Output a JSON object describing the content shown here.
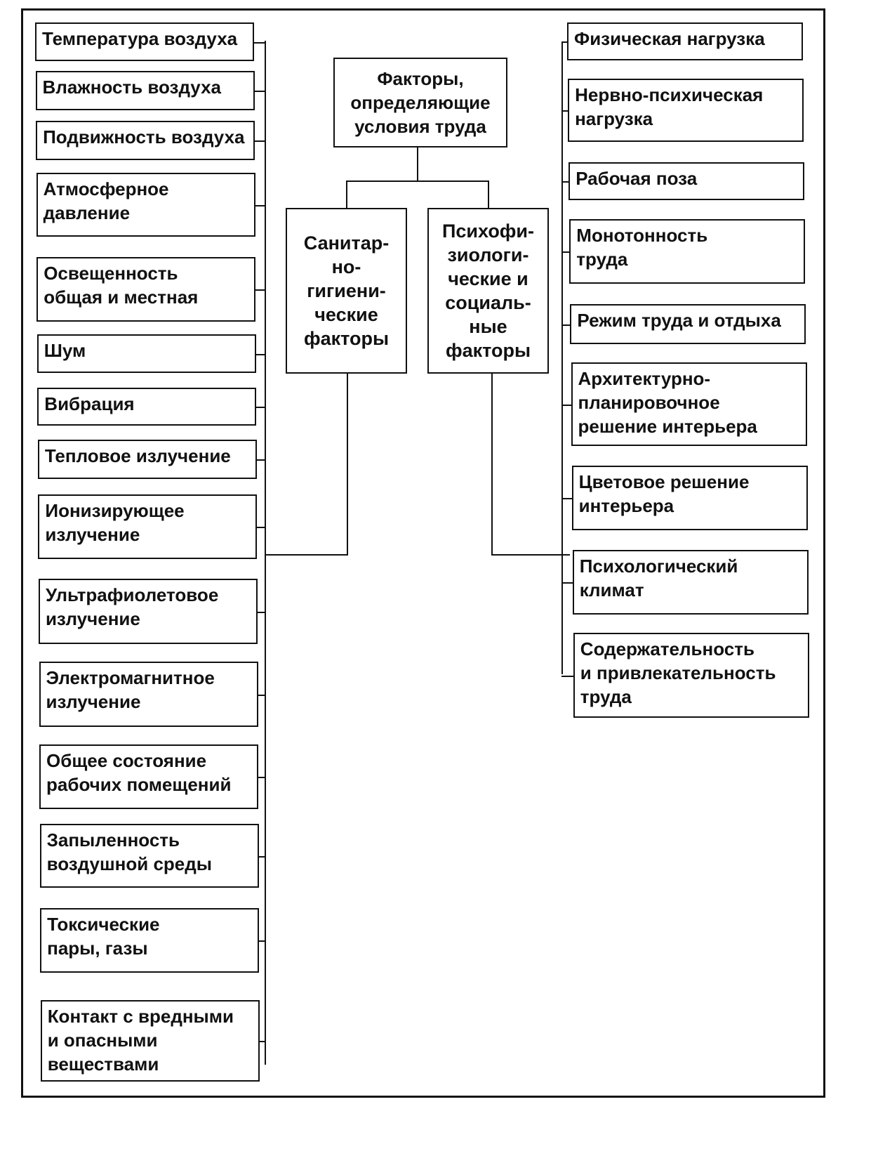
{
  "root": "Факторы,\nопределяющие\nусловия труда",
  "groups": {
    "sanitary": "Санитар-\nно-\nгигиени-\nческие\nфакторы",
    "psycho": "Психофи-\nзиологи-\nческие и\nсоциаль-\nные\nфакторы"
  },
  "left_items": [
    "Температура воздуха",
    "Влажность воздуха",
    "Подвижность воздуха",
    "Атмосферное\nдавление",
    "Освещенность\nобщая и местная",
    "Шум",
    "Вибрация",
    "Тепловое излучение",
    "Ионизирующее\nизлучение",
    "Ультрафиолетовое\nизлучение",
    "Электромагнитное\nизлучение",
    "Общее состояние\nрабочих помещений",
    "Запыленность\nвоздушной среды",
    "Токсические\nпары, газы",
    "Контакт с вредными\nи опасными\nвеществами"
  ],
  "right_items": [
    "Физическая нагрузка",
    "Нервно-психическая\nнагрузка",
    "Рабочая поза",
    "Монотонность\nтруда",
    "Режим труда и отдыха",
    "Архитектурно-\nпланировочное\nрешение интерьера",
    "Цветовое решение\nинтерьера",
    "Психологический\nклимат",
    "Содержательность\nи привлекательность\nтруда"
  ]
}
